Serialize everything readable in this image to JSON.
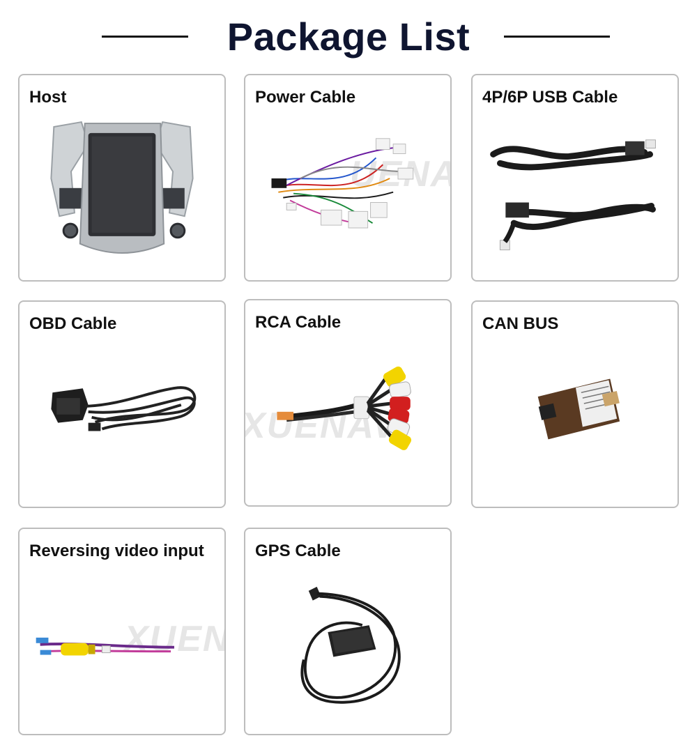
{
  "header": {
    "title": "Package List"
  },
  "items": [
    {
      "label": "Host",
      "icon": "car-head-unit-icon"
    },
    {
      "label": "Power Cable",
      "icon": "power-harness-icon"
    },
    {
      "label": "4P/6P USB Cable",
      "icon": "usb-cable-icon"
    },
    {
      "label": "OBD Cable",
      "icon": "obd-cable-icon"
    },
    {
      "label": "RCA Cable",
      "icon": "rca-cable-icon"
    },
    {
      "label": "CAN BUS",
      "icon": "canbus-box-icon"
    },
    {
      "label": "Reversing video input",
      "icon": "reversing-cable-icon"
    },
    {
      "label": "GPS Cable",
      "icon": "gps-antenna-icon"
    }
  ],
  "colors": {
    "title": "#0f1530",
    "border": "#bdbdbd",
    "rca_yellow": "#f2d400",
    "rca_red": "#d21f1f",
    "rca_white": "#f2f2f2"
  }
}
